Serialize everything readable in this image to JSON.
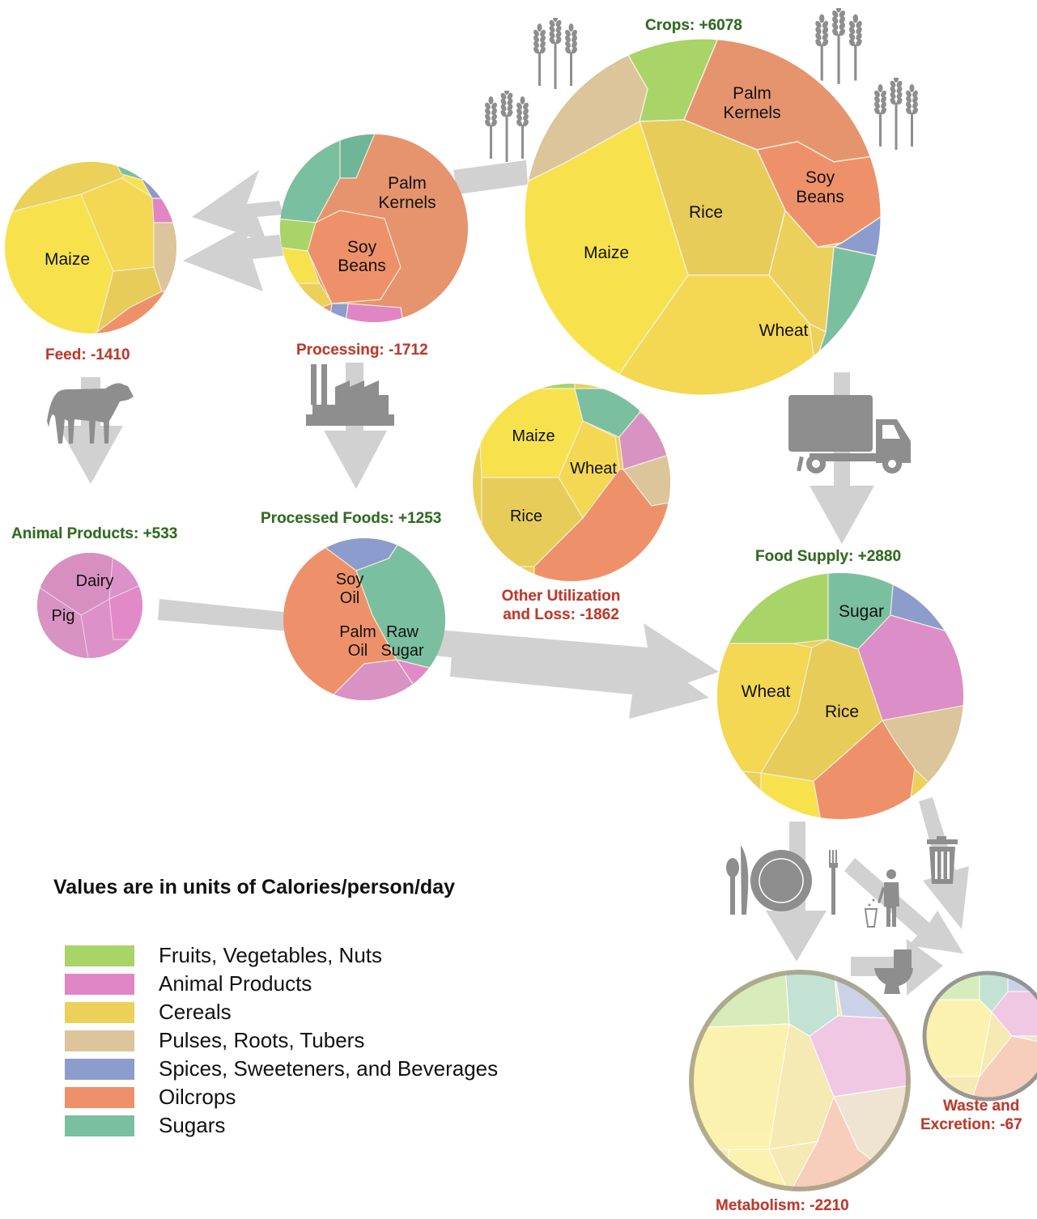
{
  "categories": [
    {
      "name": "Fruits, Vegetables, Nuts",
      "color": "#a8d468"
    },
    {
      "name": "Animal Products",
      "color": "#e086c4"
    },
    {
      "name": "Cereals",
      "color": "#ebd05a"
    },
    {
      "name": "Pulses, Roots, Tubers",
      "color": "#dcc49b"
    },
    {
      "name": "Spices, Sweeteners, and Beverages",
      "color": "#8c9ccc"
    },
    {
      "name": "Oilcrops",
      "color": "#ee916a"
    },
    {
      "name": "Sugars",
      "color": "#7abfa0"
    }
  ],
  "legend_title": "Values are in units of Calories/person/day",
  "nodes": {
    "crops": {
      "title": "Crops:  +6078",
      "kind": "gain",
      "labels": [
        "Palm Kernels",
        "Soy Beans",
        "Rice",
        "Maize",
        "Wheat"
      ]
    },
    "processing": {
      "title": "Processing: -1712",
      "kind": "loss",
      "labels": [
        "Palm Kernels",
        "Soy Beans"
      ]
    },
    "feed": {
      "title": "Feed: -1410",
      "kind": "loss",
      "labels": [
        "Maize"
      ]
    },
    "animal_products": {
      "title": "Animal Products: +533",
      "kind": "gain",
      "labels": [
        "Dairy",
        "Pig"
      ]
    },
    "processed_foods": {
      "title": "Processed Foods: +1253",
      "kind": "gain",
      "labels": [
        "Soy Oil",
        "Palm Oil",
        "Raw Sugar"
      ]
    },
    "other_utilization": {
      "title_line1": "Other Utilization",
      "title_line2": "and Loss: -1862",
      "kind": "loss",
      "labels": [
        "Maize",
        "Wheat",
        "Rice"
      ]
    },
    "food_supply": {
      "title": "Food Supply: +2880",
      "kind": "gain",
      "labels": [
        "Sugar",
        "Wheat",
        "Rice"
      ]
    },
    "metabolism": {
      "title": "Metabolism:  -2210",
      "kind": "loss"
    },
    "waste": {
      "title_line1": "Waste and",
      "title_line2": "Excretion:  -67",
      "kind": "loss"
    }
  },
  "icons": [
    "wheat-icon",
    "factory-icon",
    "cow-icon",
    "truck-icon",
    "utensils-plate-icon",
    "person-trash-icon",
    "trash-can-icon",
    "toilet-icon"
  ],
  "colors": {
    "arrow": "#cccccc",
    "icon": "#8e8e8e",
    "gain_text": "#2e6b1f",
    "loss_text": "#c0392b"
  }
}
